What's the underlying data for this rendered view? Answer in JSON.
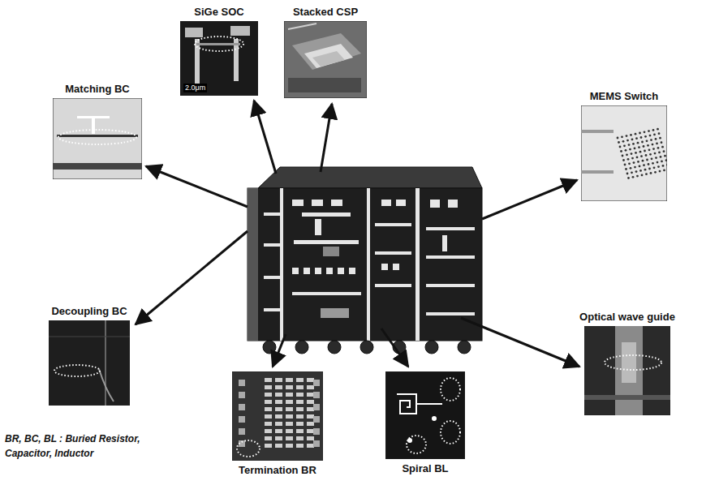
{
  "diagram": {
    "nodes": [
      {
        "text": [
          "SiGe SOC"
        ]
      },
      {
        "text": [
          "Stacked CSP"
        ]
      },
      {
        "text": [
          "Matching BC"
        ]
      },
      {
        "text": [
          "MEMS Switch"
        ]
      },
      {
        "text": [
          "Decoupling BC"
        ]
      },
      {
        "text": [
          "Optical wave guide"
        ]
      },
      {
        "text": [
          "Termination BR"
        ]
      },
      {
        "text": [
          "Spiral BL"
        ]
      }
    ],
    "labels": [
      "2.0μm",
      "BR, BC, BL : Buried Resistor, Capacitor, Inductor"
    ]
  }
}
